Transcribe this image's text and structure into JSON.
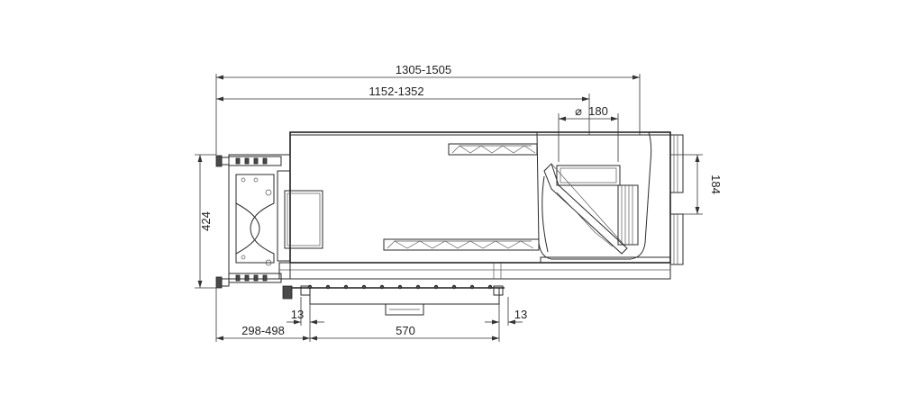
{
  "dimensions": {
    "overall_length": "1305-1505",
    "inner_length": "1152-1352",
    "duct_diameter": "180",
    "duct_diameter_symbol": "⌀",
    "duct_height": "184",
    "overall_height": "424",
    "rear_extension": "298-498",
    "tray_width": "570",
    "left_gap": "13",
    "right_gap": "13"
  }
}
